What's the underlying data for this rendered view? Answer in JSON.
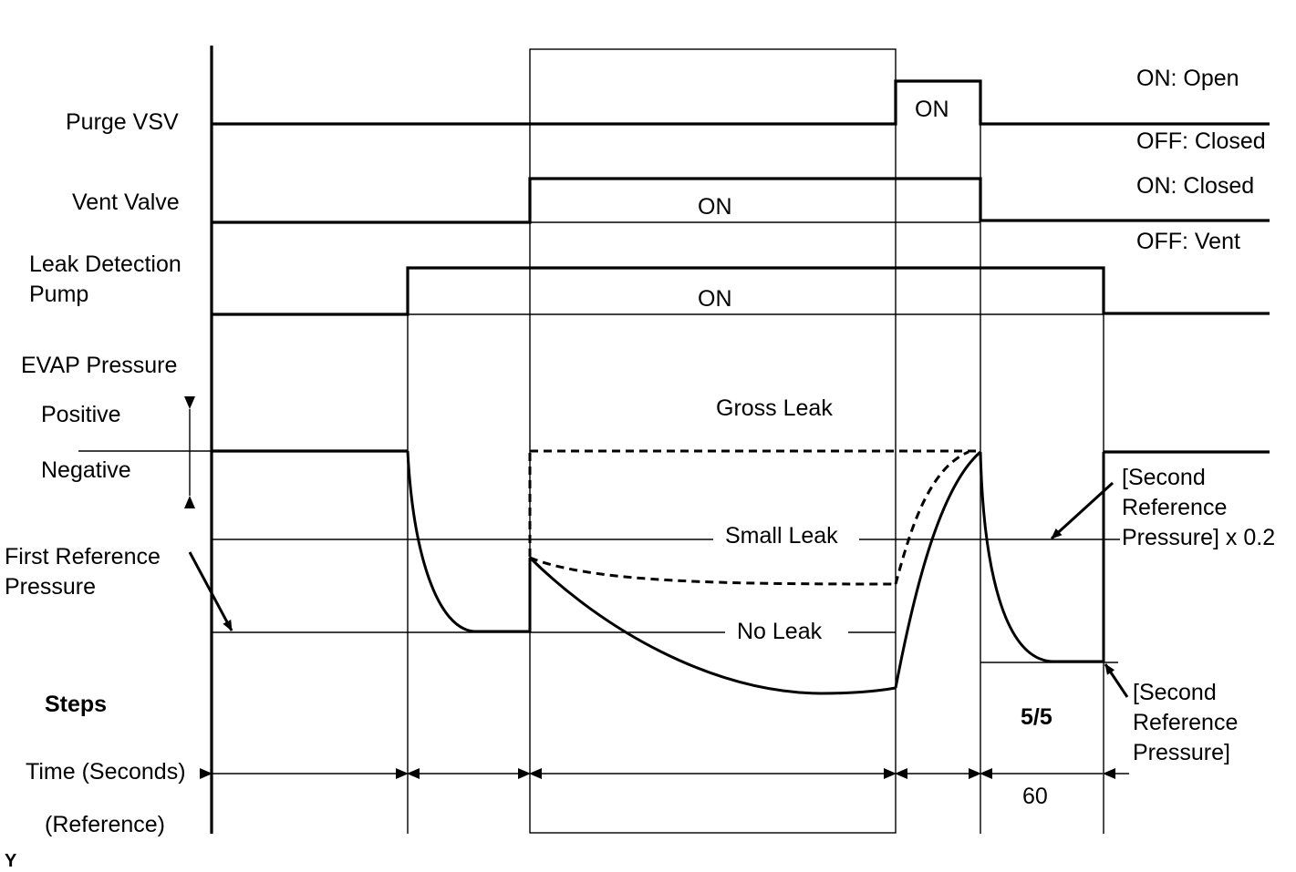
{
  "signals": {
    "purge_vsv": "Purge VSV",
    "vent_valve": "Vent Valve",
    "leak_pump_line1": "Leak Detection",
    "leak_pump_line2": "Pump",
    "evap_pressure": "EVAP Pressure",
    "positive": "Positive",
    "negative": "Negative",
    "first_ref_line1": "First Reference",
    "first_ref_line2": "Pressure",
    "steps": "Steps",
    "time": "Time (Seconds)",
    "reference": "(Reference)"
  },
  "states": {
    "purge_on": "ON",
    "vent_on": "ON",
    "pump_on": "ON"
  },
  "legend": {
    "purge_on": "ON: Open",
    "purge_off": "OFF: Closed",
    "vent_on": "ON: Closed",
    "vent_off": "OFF: Vent"
  },
  "curves": {
    "gross_leak": "Gross Leak",
    "small_leak": "Small Leak",
    "no_leak": "No Leak"
  },
  "annotations": {
    "second_ref_x02_line1": "[Second",
    "second_ref_x02_line2": "Reference",
    "second_ref_x02_line3": "Pressure] x 0.2",
    "second_ref_line1": "[Second",
    "second_ref_line2": "Reference",
    "second_ref_line3": "Pressure]"
  },
  "steps": {
    "step_5": "5/5"
  },
  "time": {
    "step_5_seconds": "60"
  },
  "corner": "Y"
}
